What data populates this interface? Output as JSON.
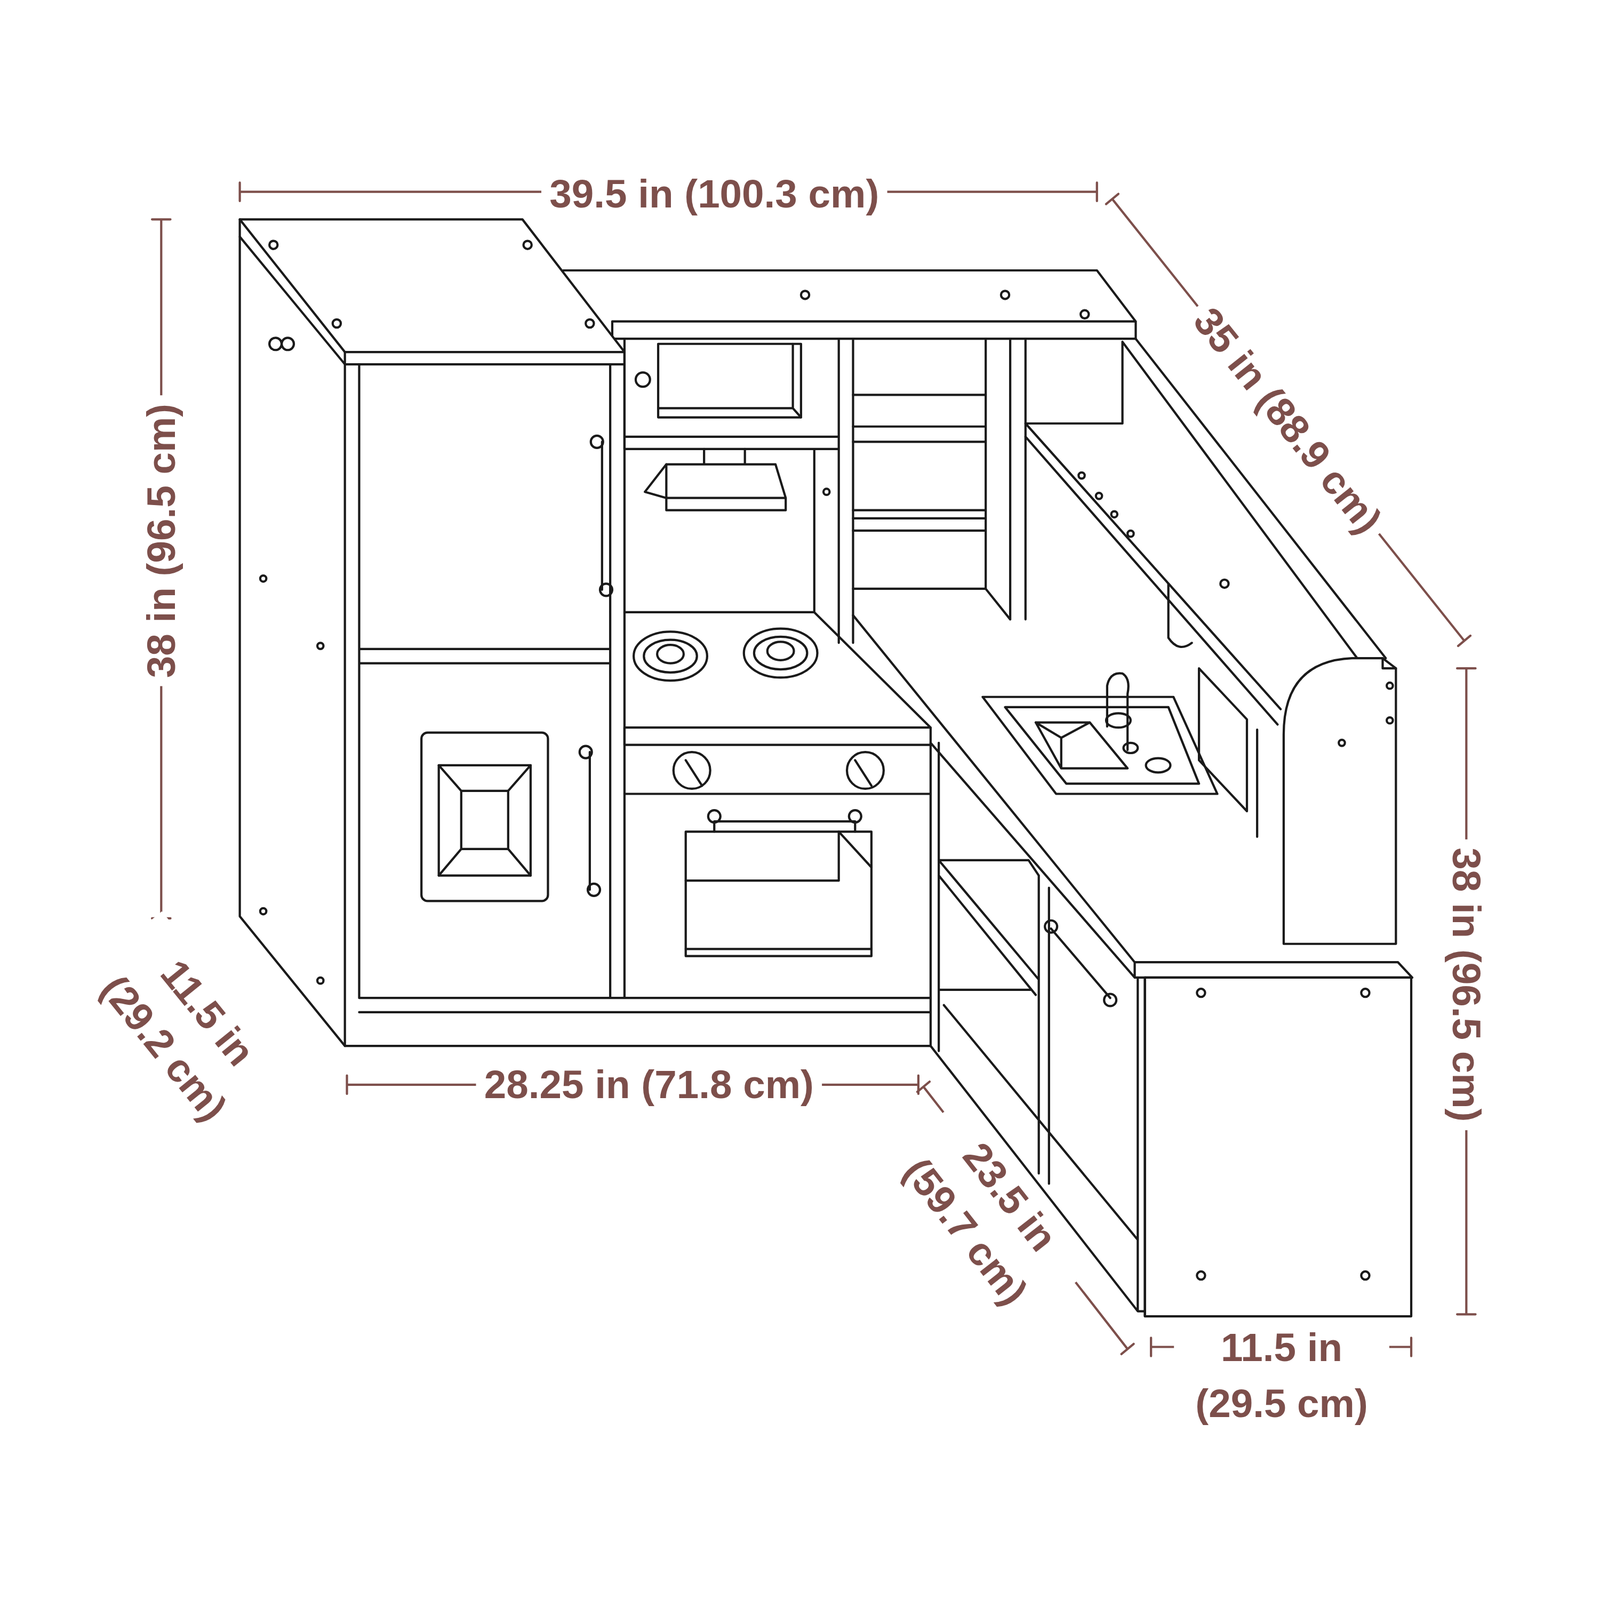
{
  "diagram": {
    "labels": [
      "39.5 in (100.3 cm)",
      "35 in (88.9 cm)",
      "38 in (96.5 cm)",
      "38 in (96.5 cm)",
      "11.5 in (29.2 cm)",
      "28.25 in (71.8 cm)",
      "23.5 in (59.7 cm)",
      "11.5 in (29.5 cm)"
    ]
  }
}
